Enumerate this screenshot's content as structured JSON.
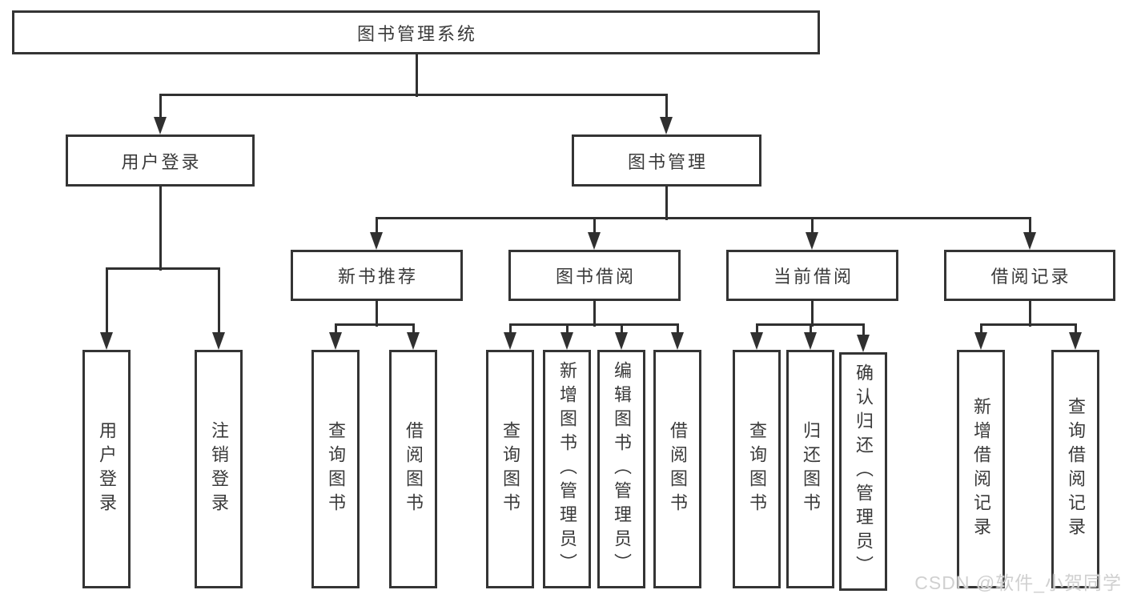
{
  "diagram": {
    "nodes": {
      "root": "图书管理系统",
      "user_login": "用户登录",
      "book_management": "图书管理",
      "new_book_recommend": "新书推荐",
      "book_borrowing": "图书借阅",
      "current_borrowing": "当前借阅",
      "borrowing_records": "借阅记录",
      "user_login_leaf": "用户登录",
      "logout_leaf": "注销登录",
      "query_book_1": "查询图书",
      "borrow_book_1": "借阅图书",
      "query_book_2": "查询图书",
      "add_book_admin": "新增图书（管理员）",
      "edit_book_admin": "编辑图书（管理员）",
      "borrow_book_2": "借阅图书",
      "query_book_3": "查询图书",
      "return_book": "归还图书",
      "confirm_return_admin": "确认归还（管理员）",
      "add_borrow_record": "新增借阅记录",
      "query_borrow_record": "查询借阅记录"
    },
    "structure": {
      "root": [
        "用户登录",
        "图书管理"
      ],
      "用户登录": [
        "用户登录",
        "注销登录"
      ],
      "图书管理": [
        "新书推荐",
        "图书借阅",
        "当前借阅",
        "借阅记录"
      ],
      "新书推荐": [
        "查询图书",
        "借阅图书"
      ],
      "图书借阅": [
        "查询图书",
        "新增图书（管理员）",
        "编辑图书（管理员）",
        "借阅图书"
      ],
      "当前借阅": [
        "查询图书",
        "归还图书",
        "确认归还（管理员）"
      ],
      "借阅记录": [
        "新增借阅记录",
        "查询借阅记录"
      ]
    },
    "colors": {
      "line": "#303030",
      "box_border": "#343434",
      "text": "#3a3a3a",
      "background": "#ffffff",
      "watermark": "#d0d0d0"
    }
  },
  "watermark": "CSDN @软件_小贺同学"
}
